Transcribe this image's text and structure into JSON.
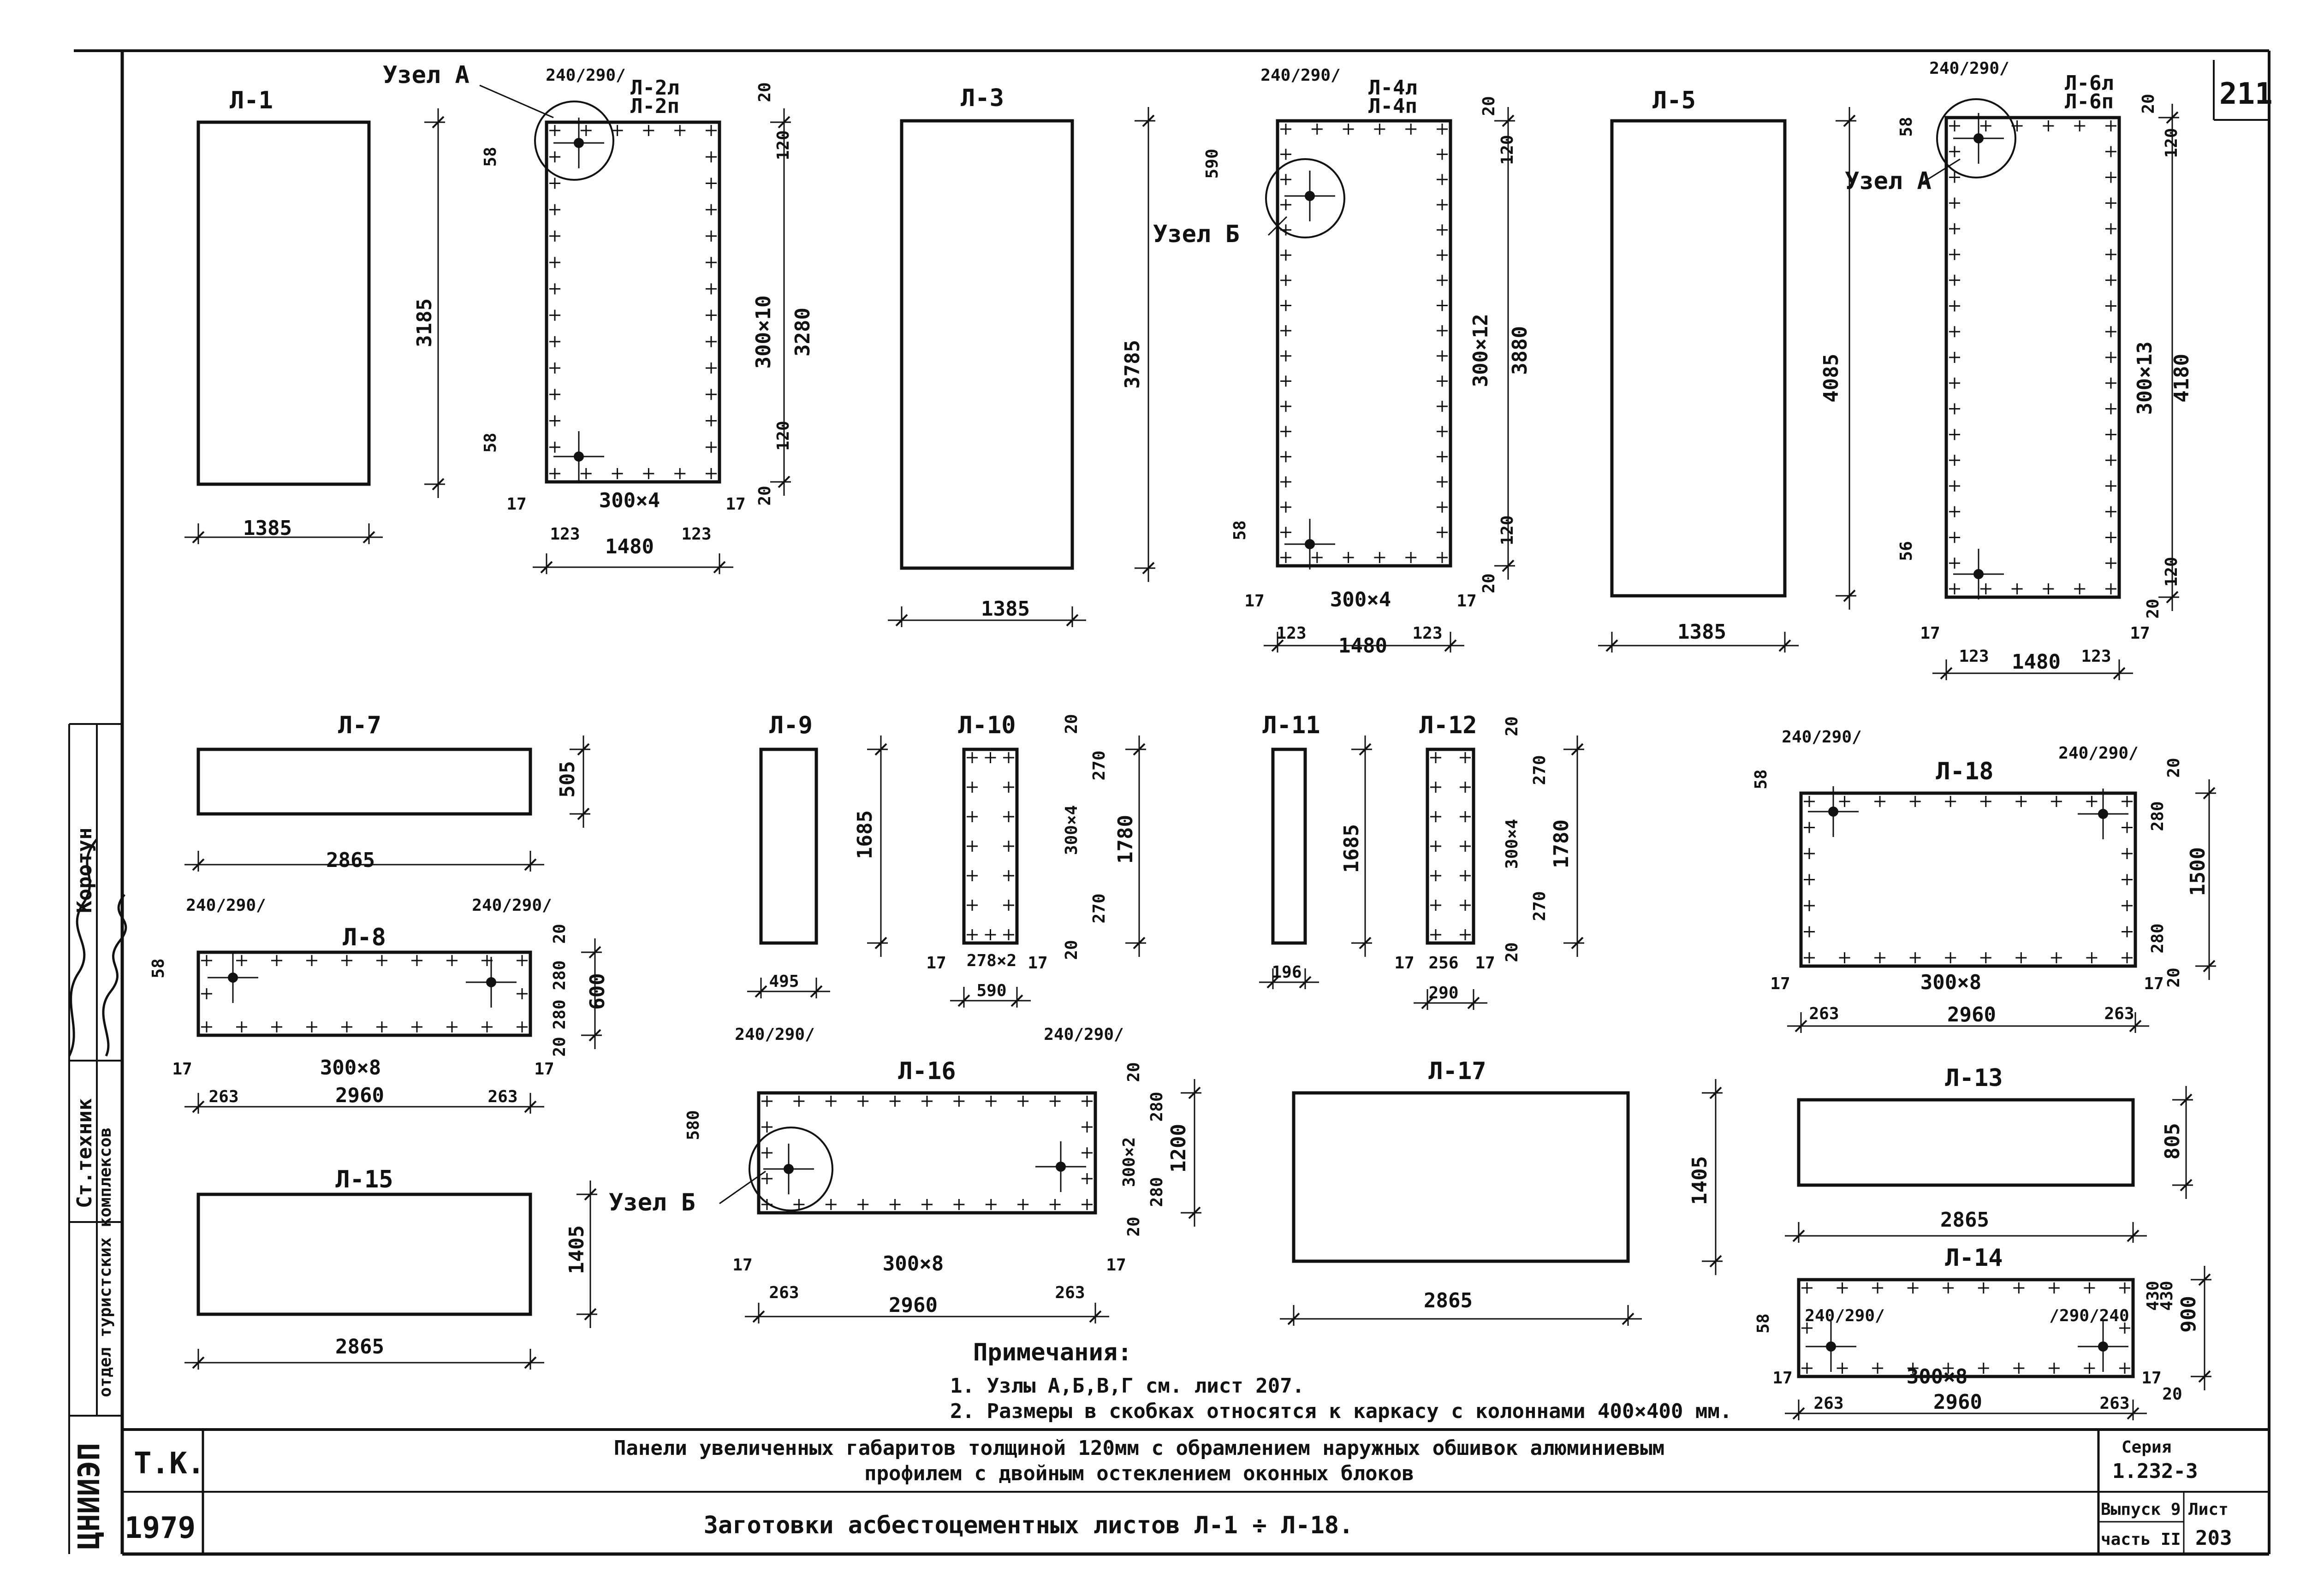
{
  "sheet_no": "211",
  "panels": {
    "l1": {
      "label": "Л-1",
      "width": "1385",
      "height": "3185"
    },
    "l2": {
      "label_top": "Л-2л",
      "label_bottom": "Л-2п",
      "top": "240/290/",
      "edge_top": "20",
      "edge_top2": "120",
      "inner": "300×10",
      "total": "3280",
      "edge_bot2": "120",
      "edge_bot": "20",
      "off_top": "58",
      "off_bot": "58",
      "side_left": "17",
      "side_right": "17",
      "pitch": "300×4",
      "margin_left": "123",
      "margin_right": "123",
      "width": "1480"
    },
    "l3": {
      "label": "Л-3",
      "width": "1385",
      "height": "3785"
    },
    "l4": {
      "label_top": "Л-4л",
      "label_bottom": "Л-4п",
      "top": "240/290/",
      "edge_top": "20",
      "edge_top2": "120",
      "node_off": "590",
      "inner": "300×12",
      "total": "3880",
      "edge_bot2": "120",
      "edge_bot": "20",
      "off_bot": "58",
      "side_left": "17",
      "side_right": "17",
      "pitch": "300×4",
      "margin_left": "123",
      "margin_right": "123",
      "width": "1480"
    },
    "l5": {
      "label": "Л-5",
      "width": "1385",
      "height": "4085"
    },
    "l6": {
      "label_top": "Л-6л",
      "label_bottom": "Л-6п",
      "top": "240/290/",
      "edge_top": "20",
      "edge_top2": "120",
      "off_top": "58",
      "inner": "300×13",
      "total": "4180",
      "edge_bot2": "120",
      "edge_bot": "20",
      "off_bot": "56",
      "side_left": "17",
      "side_right": "17",
      "margin_left": "123",
      "margin_right": "123",
      "width": "1480"
    },
    "l7": {
      "label": "Л-7",
      "width": "2865",
      "height": "505"
    },
    "l8": {
      "label": "Л-8",
      "top_left": "240/290/",
      "top_right": "240/290/",
      "off": "58",
      "e1": "20",
      "e2": "280",
      "e3": "280",
      "e4": "20",
      "height": "600",
      "side_left": "17",
      "side_right": "17",
      "pitch": "300×8",
      "margin_left": "263",
      "margin_right": "263",
      "width": "2960"
    },
    "l9": {
      "label": "Л-9",
      "width": "495",
      "height": "1685"
    },
    "l10": {
      "label": "Л-10",
      "e1": "20",
      "e2": "270",
      "inner": "300×4",
      "e3": "270",
      "e4": "20",
      "total": "1780",
      "side_left": "17",
      "side_right": "17",
      "pitch": "278×2",
      "width": "590"
    },
    "l11": {
      "label": "Л-11",
      "width": "196",
      "height": "1685"
    },
    "l12": {
      "label": "Л-12",
      "e1": "20",
      "e2": "270",
      "inner": "300×4",
      "e3": "270",
      "e4": "20",
      "total": "1780",
      "side_left": "17",
      "side_right": "17",
      "pitch": "256",
      "width": "290"
    },
    "l13": {
      "label": "Л-13",
      "width": "2865",
      "height": "805"
    },
    "l14": {
      "label": "Л-14",
      "top_left": "240/290/",
      "top_right": "/290/240",
      "off": "58",
      "e1": "430",
      "e2": "430",
      "height": "900",
      "side_left": "17",
      "side_right": "17",
      "pitch": "300×8",
      "margin_left": "263",
      "margin_right": "263",
      "width": "2960",
      "e_right": "20"
    },
    "l15": {
      "label": "Л-15",
      "width": "2865",
      "height": "1405"
    },
    "l16": {
      "label": "Л-16",
      "top_left": "240/290/",
      "top_right": "240/290/",
      "node_off": "580",
      "e1": "20",
      "e2": "280",
      "inner": "300×2",
      "e3": "280",
      "e4": "20",
      "height": "1200",
      "side_left": "17",
      "side_right": "17",
      "pitch": "300×8",
      "margin_left": "263",
      "margin_right": "263",
      "width": "2960"
    },
    "l17": {
      "label": "Л-17",
      "width": "2865",
      "height": "1405"
    },
    "l18": {
      "label": "Л-18",
      "top_left": "240/290/",
      "top_right": "240/290/",
      "off": "58",
      "e1": "20",
      "e2": "280",
      "e3": "280",
      "e4": "20",
      "height": "1500",
      "side_left": "17",
      "side_right": "17",
      "pitch": "300×8",
      "margin_left": "263",
      "margin_right": "263",
      "width": "2960"
    }
  },
  "nodes": {
    "node_a_1": "Узел А",
    "node_a_2": "Узел А",
    "node_b_1": "Узел Б",
    "node_b_2": "Узел Б"
  },
  "notes": {
    "title": "Примечания:",
    "items": [
      "1. Узлы А,Б,В,Г см. лист 207.",
      "2. Размеры в скобках относятся к каркасу с колоннами 400×400 мм."
    ]
  },
  "title_block": {
    "org": "Т.К.",
    "year": "1979",
    "title_line1": "Панели увеличенных габаритов толщиной 120мм с обрамлением наружных обшивок алюминиевым",
    "title_line2": "профилем с двойным остеклением оконных блоков",
    "subtitle": "Заготовки асбестоцементных листов Л-1 ÷ Л-18.",
    "series_label": "Серия",
    "series_value": "1.232-3",
    "issue_label": "Выпуск 9",
    "part_label": "часть II",
    "sheet_label": "Лист",
    "sheet_value": "203"
  },
  "side_stamp": {
    "role1": "Ст.техник",
    "name1": "Коротун",
    "dept": "отдел туристских комплексов",
    "org_vertical": "ЦНИИЭП"
  }
}
